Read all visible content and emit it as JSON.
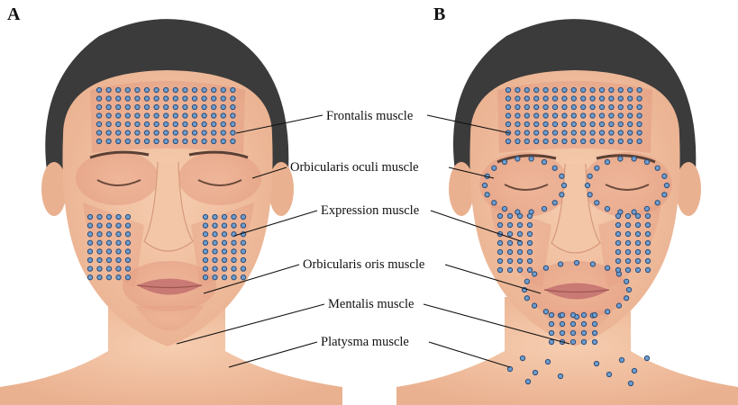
{
  "panels": [
    {
      "letter": "A"
    },
    {
      "letter": "B"
    }
  ],
  "labels": {
    "frontalis": "Frontalis muscle",
    "orbicularis_oculi": "Orbicularis oculi muscle",
    "expression": "Expression muscle",
    "orbicularis_oris": "Orbicularis oris muscle",
    "mentalis": "Mentalis muscle",
    "platysma": "Platysma muscle"
  },
  "colors": {
    "skin": "#f3c4a4",
    "muscle": "#e9a78c",
    "hair": "#3b3b3b",
    "dot_fill": "#6f9fd0",
    "dot_stroke": "#2f4f7a"
  }
}
